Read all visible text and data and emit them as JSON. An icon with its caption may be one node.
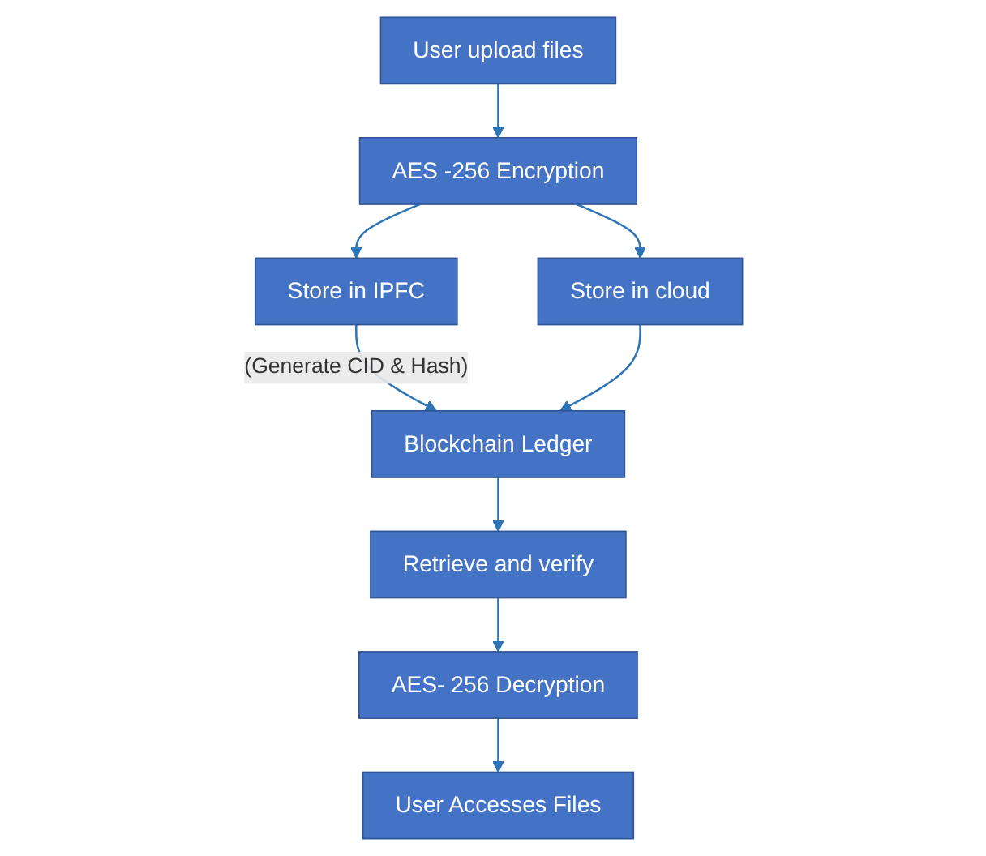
{
  "diagram": {
    "nodes": [
      {
        "text": [
          "User upload files"
        ]
      },
      {
        "text": [
          "AES -256 Encryption"
        ]
      },
      {
        "text": [
          "Store in IPFC"
        ]
      },
      {
        "text": [
          "Store in cloud"
        ]
      },
      {
        "text": [
          "Blockchain Ledger"
        ]
      },
      {
        "text": [
          "Retrieve and verify"
        ]
      },
      {
        "text": [
          "AES- 256 Decryption"
        ]
      },
      {
        "text": [
          "User Accesses Files"
        ]
      }
    ],
    "edges": [
      {
        "from": 0,
        "to": 1,
        "arrow": "to"
      },
      {
        "from": 1,
        "to": 2,
        "arrow": "to"
      },
      {
        "from": 1,
        "to": 3,
        "arrow": "to"
      },
      {
        "from": 2,
        "to": 4,
        "arrow": "to",
        "label": "(Generate CID & Hash)"
      },
      {
        "from": 3,
        "to": 4,
        "arrow": "to"
      },
      {
        "from": 4,
        "to": 5,
        "arrow": "to"
      },
      {
        "from": 5,
        "to": 6,
        "arrow": "to"
      },
      {
        "from": 6,
        "to": 7,
        "arrow": "to"
      }
    ]
  }
}
